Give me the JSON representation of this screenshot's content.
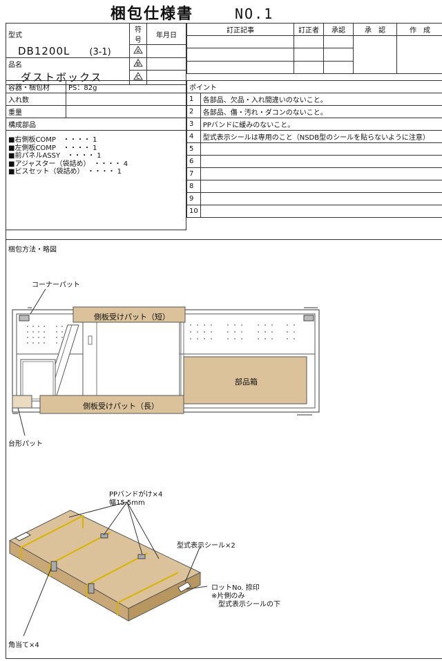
{
  "doc": {
    "title": "梱包仕様書",
    "no": "NO.1"
  },
  "header": {
    "model_label": "型式",
    "model_value": "DB1200L",
    "model_sub": "(3-1)",
    "name_label": "品名",
    "name_value": "ダストボックス",
    "cols": {
      "symbol": "符号",
      "date": "年月日",
      "revision": "訂正記事",
      "corrector": "訂正者",
      "approval": "承認",
      "approve2": "承　認",
      "author": "作　成"
    },
    "symbols": [
      "A",
      "B",
      "C"
    ]
  },
  "spec": {
    "container_label": "容器・梱包材",
    "container_value": "PS：82g",
    "qty_label": "入れ数",
    "weight_label": "重量",
    "parts_label": "構成部品",
    "parts": [
      "■右側板COMP　・・・・ 1",
      "■左側板COMP　・・・・ 1",
      "■前パネルASSY　・・・・ 1",
      "■アジャスター（袋詰め）　・・・・ 4",
      "■ビスセット（袋詰め）　・・・・ 1"
    ]
  },
  "points": {
    "label": "ポイント",
    "items": [
      {
        "n": "1",
        "t": "各部品、欠品・入れ間違いのないこと。"
      },
      {
        "n": "2",
        "t": "各部品、傷・汚れ・ダコンのないこと。"
      },
      {
        "n": "3",
        "t": "PPバンドに緩みのないこと。"
      },
      {
        "n": "4",
        "t": "型式表示シールは専用のこと（NSDB型のシールを貼らないように注意）"
      },
      {
        "n": "5",
        "t": ""
      },
      {
        "n": "6",
        "t": ""
      },
      {
        "n": "7",
        "t": ""
      },
      {
        "n": "8",
        "t": ""
      },
      {
        "n": "9",
        "t": ""
      },
      {
        "n": "10",
        "t": ""
      }
    ]
  },
  "drawing": {
    "section_label": "梱包方法・略図",
    "corner_pad": "コーナーパット",
    "side_pad_short": "側板受けパット（短）",
    "side_pad_long": "側板受けパット（長）",
    "parts_box": "部品箱",
    "trapezoid_pad": "台形パット",
    "pp_band": "PPバンドがけ×4",
    "pp_width": "幅15.5mm",
    "label_seal": "型式表示シール×2",
    "lot_no": "ロットNo. 捺印",
    "lot_note1": "※片側のみ",
    "lot_note2": "型式表示シールの下",
    "corner_guard": "角当て×4"
  },
  "colors": {
    "cardboard": "#dcc29a",
    "cardboard_side": "#c9a878",
    "band": "#d8b400"
  }
}
